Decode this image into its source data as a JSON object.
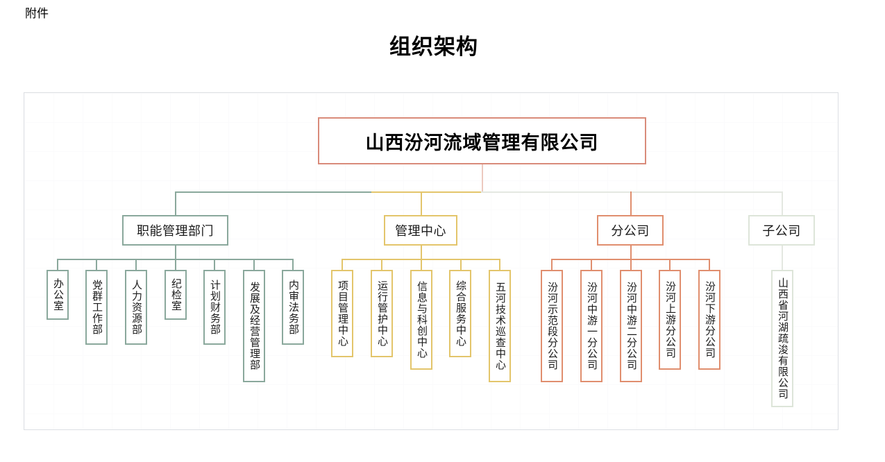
{
  "header": {
    "attachment_label": "附件",
    "title": "组织架构"
  },
  "colors": {
    "root": "#d98b7a",
    "functional": "#8aa89c",
    "management": "#e3c56b",
    "branch": "#e08e6e",
    "subsidiary": "#dde5d9",
    "canvas_border": "#dcdfe3"
  },
  "chart_data": {
    "type": "diagram",
    "title": "组织架构",
    "root": {
      "label": "山西汾河流域管理有限公司",
      "color": "#d98b7a"
    },
    "branches": [
      {
        "label": "职能管理部门",
        "color": "#8aa89c",
        "children": [
          "办公室",
          "党群工作部",
          "人力资源部",
          "纪检室",
          "计划财务部",
          "发展及经营管理部",
          "内审法务部"
        ]
      },
      {
        "label": "管理中心",
        "color": "#e3c56b",
        "children": [
          "项目管理中心",
          "运行管护中心",
          "信息与科创中心",
          "综合服务中心",
          "五河技术巡查中心"
        ]
      },
      {
        "label": "分公司",
        "color": "#e08e6e",
        "children": [
          "汾河示范段分公司",
          "汾河中游一分公司",
          "汾河中游二分公司",
          "汾河上游分公司",
          "汾河下游分公司"
        ]
      },
      {
        "label": "子公司",
        "color": "#dde5d9",
        "children": [
          "山西省河湖疏浚有限公司"
        ]
      }
    ]
  }
}
